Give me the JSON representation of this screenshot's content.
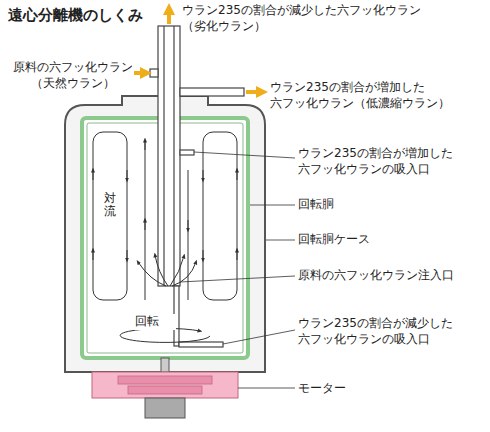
{
  "diagram": {
    "title": "遠心分離機のしくみ",
    "labels": [
      "ウラン235の割合が減少した六フッ化ウラン （劣化ウラン）",
      "原料の六フッ化ウラン （天然ウラン）",
      "ウラン235の割合が増加した 六フッ化ウラン（低濃縮ウラン）",
      "ウラン235の割合が増加した 六フッ化ウランの吸入口",
      "回転胴",
      "回転胴ケース",
      "対流",
      "原料の六フッ化ウラン注入口",
      "回転",
      "ウラン235の割合が減少した 六フッ化ウランの吸入口",
      "モーター"
    ]
  }
}
